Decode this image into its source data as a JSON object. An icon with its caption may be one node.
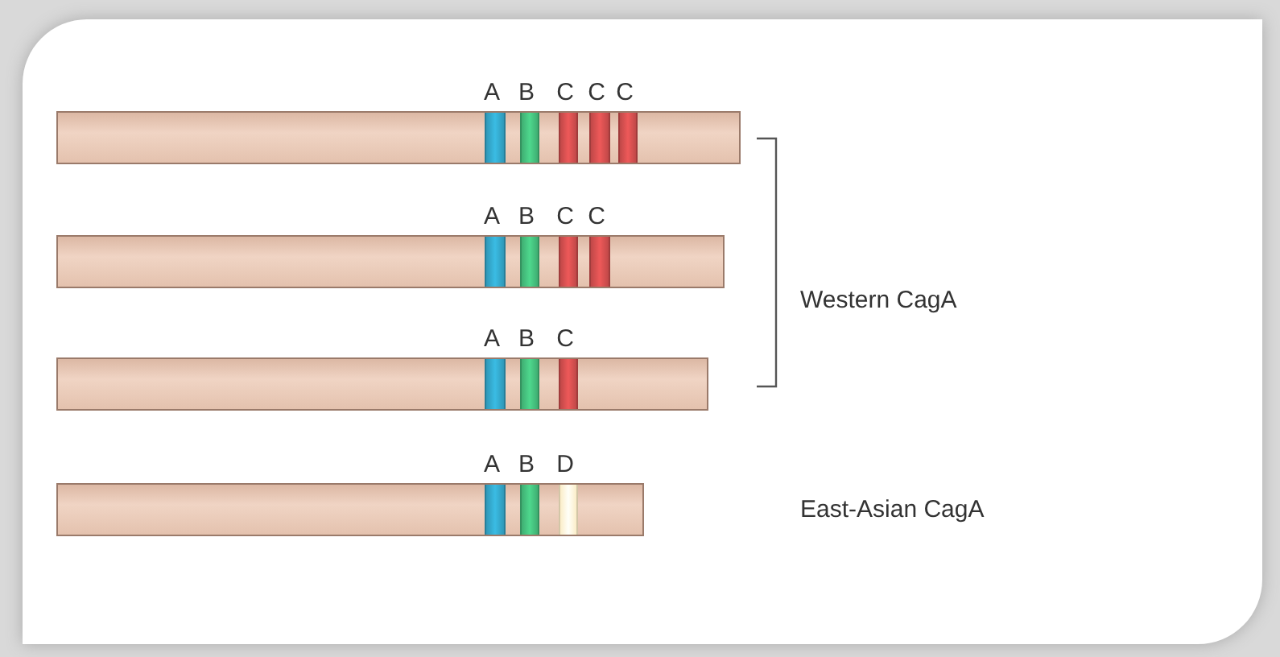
{
  "diagram": {
    "nodes": [
      {
        "text": [
          "A",
          "B",
          "C",
          "C",
          "C"
        ]
      },
      {
        "text": [
          "A",
          "B",
          "C",
          "C"
        ]
      },
      {
        "text": [
          "A",
          "B",
          "C"
        ]
      },
      {
        "text": [
          "A",
          "B",
          "D"
        ]
      }
    ],
    "labels": [
      "Western CagA",
      "East-Asian CagA"
    ]
  }
}
